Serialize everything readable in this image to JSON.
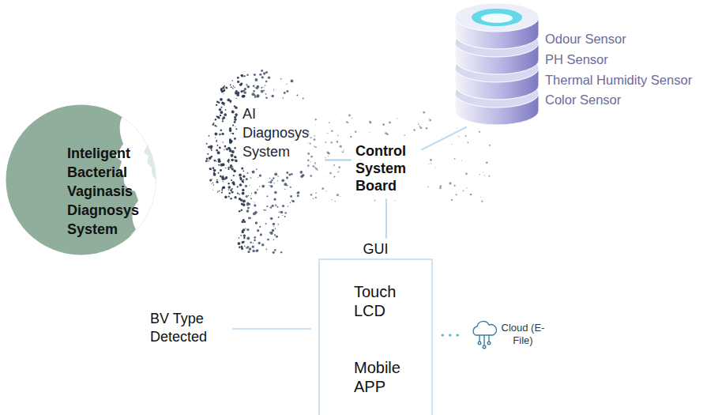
{
  "diagram": {
    "nodes": [
      {
        "text": [
          "Inteligent Bacterial Vaginasis Diagnosys System"
        ]
      },
      {
        "text": [
          "AI Diagnosys System"
        ]
      },
      {
        "text": [
          "Control System Board"
        ]
      },
      {
        "text": [
          "Odour Sensor",
          "PH Sensor",
          "Thermal Humidity Sensor",
          "Color Sensor"
        ]
      },
      {
        "text": [
          "GUI",
          "Touch LCD",
          "Mobile APP"
        ]
      },
      {
        "text": [
          "BV Type Detected"
        ]
      },
      {
        "text": [
          "Cloud (E-File)"
        ]
      }
    ],
    "edges": [
      {
        "from": 2,
        "to": 3,
        "arrow": "none"
      },
      {
        "from": 2,
        "to": 1,
        "arrow": "none"
      },
      {
        "from": 2,
        "to": 4,
        "arrow": "none"
      },
      {
        "from": 4,
        "to": 5,
        "arrow": "none"
      },
      {
        "from": 4,
        "to": 6,
        "arrow": "none"
      }
    ]
  }
}
